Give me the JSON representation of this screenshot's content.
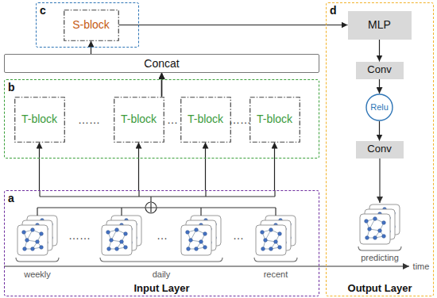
{
  "diagram": {
    "nodes": [
      {
        "text": [
          "c"
        ]
      },
      {
        "text": [
          "S-block"
        ],
        "in": 0
      },
      {
        "text": [
          "d",
          "Output Layer"
        ]
      },
      {
        "text": [
          "MLP"
        ],
        "in": 2
      },
      {
        "text": [
          "Conv"
        ],
        "in": 2
      },
      {
        "text": [
          "Relu"
        ],
        "in": 2
      },
      {
        "text": [
          "Conv"
        ],
        "in": 2
      },
      {
        "text": [
          "Concat"
        ]
      },
      {
        "text": [
          "b"
        ]
      },
      {
        "text": [
          "T-block"
        ],
        "in": 8
      },
      {
        "text": [
          "T-block"
        ],
        "in": 8
      },
      {
        "text": [
          "T-block"
        ],
        "in": 8
      },
      {
        "text": [
          "T-block"
        ],
        "in": 8
      },
      {
        "text": [
          "a",
          "Input Layer"
        ]
      }
    ],
    "edges": [
      {
        "from": 13,
        "to": 9,
        "arrow": "to"
      },
      {
        "from": 13,
        "to": 10,
        "arrow": "to"
      },
      {
        "from": 13,
        "to": 11,
        "arrow": "to"
      },
      {
        "from": 13,
        "to": 12,
        "arrow": "to"
      },
      {
        "from": 9,
        "to": 7,
        "arrow": "to"
      },
      {
        "from": 10,
        "to": 7,
        "arrow": "to"
      },
      {
        "from": 11,
        "to": 7,
        "arrow": "to"
      },
      {
        "from": 12,
        "to": 7,
        "arrow": "to"
      },
      {
        "from": 7,
        "to": 1,
        "arrow": "to"
      },
      {
        "from": 1,
        "to": 3,
        "arrow": "to"
      },
      {
        "from": 3,
        "to": 4,
        "arrow": "to"
      },
      {
        "from": 4,
        "to": 5,
        "arrow": "to"
      },
      {
        "from": 5,
        "to": 6,
        "arrow": "to"
      }
    ],
    "labels": [
      "……",
      "…",
      "……",
      "……",
      "…",
      "…",
      "weekly",
      "daily",
      "recent",
      "predicting",
      "time"
    ]
  }
}
